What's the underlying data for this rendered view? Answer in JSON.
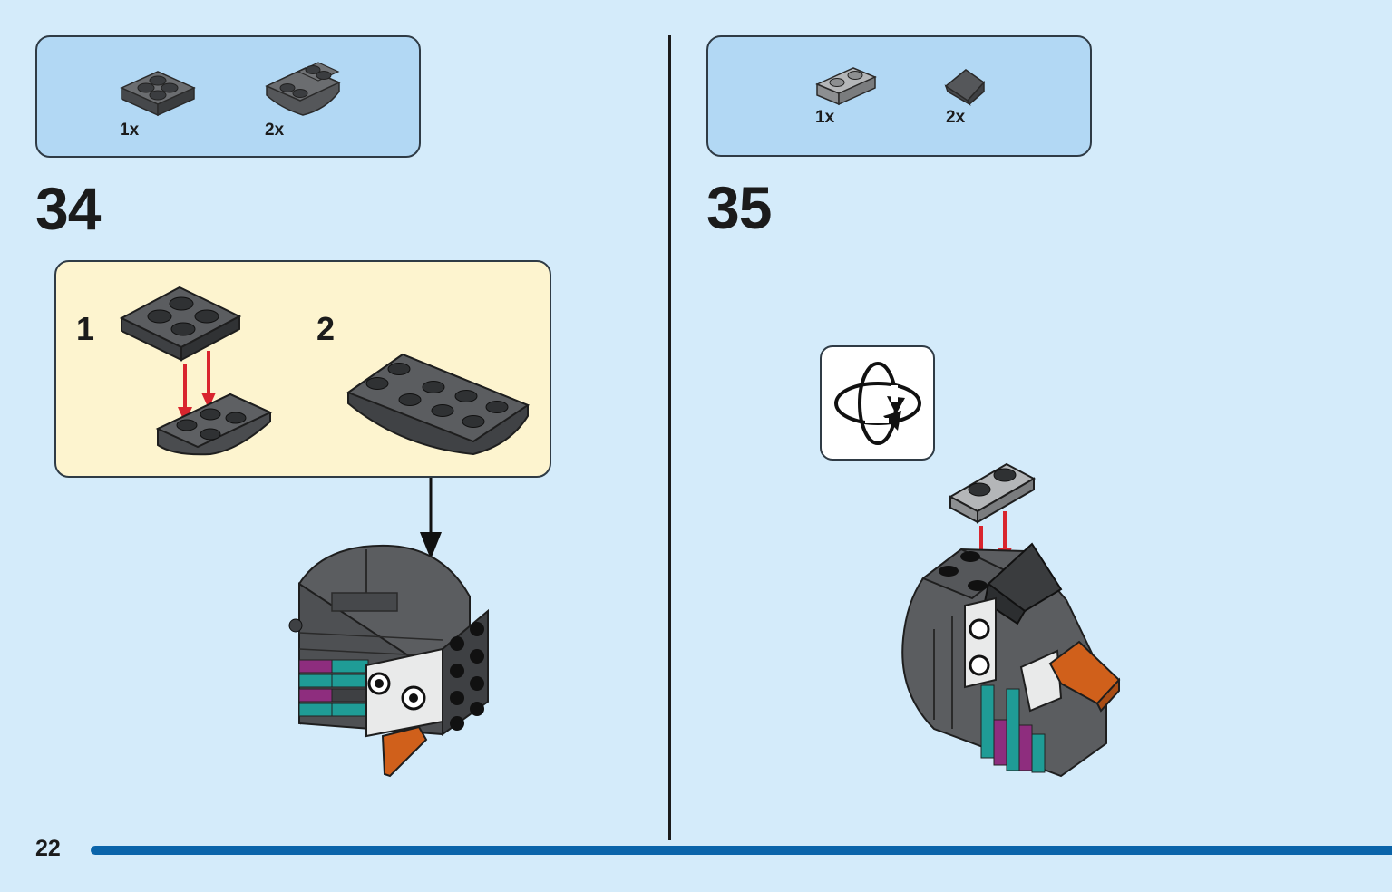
{
  "page": {
    "number": "22"
  },
  "steps": [
    {
      "number": "34",
      "parts": [
        {
          "qty": "1x",
          "icon": "dark-gray-plate-2x2-icon"
        },
        {
          "qty": "2x",
          "icon": "dark-gray-curved-plate-icon"
        }
      ],
      "substeps": [
        {
          "number": "1"
        },
        {
          "number": "2"
        }
      ]
    },
    {
      "number": "35",
      "parts": [
        {
          "qty": "1x",
          "icon": "light-gray-plate-1x2-icon"
        },
        {
          "qty": "2x",
          "icon": "dark-gray-slope-icon"
        }
      ],
      "rotate_icon": "rotate-model-icon"
    }
  ],
  "colors": {
    "background": "#d4ebfa",
    "parts_box": "#b2d8f4",
    "substep_box": "#fdf4cf",
    "footer_bar": "#0a64aa",
    "arrow_red": "#d9252e",
    "dark_gray_brick": "#5b5d60",
    "teal_brick": "#1f9c96",
    "magenta_brick": "#8e2d7e",
    "orange_brick": "#d0601b"
  }
}
